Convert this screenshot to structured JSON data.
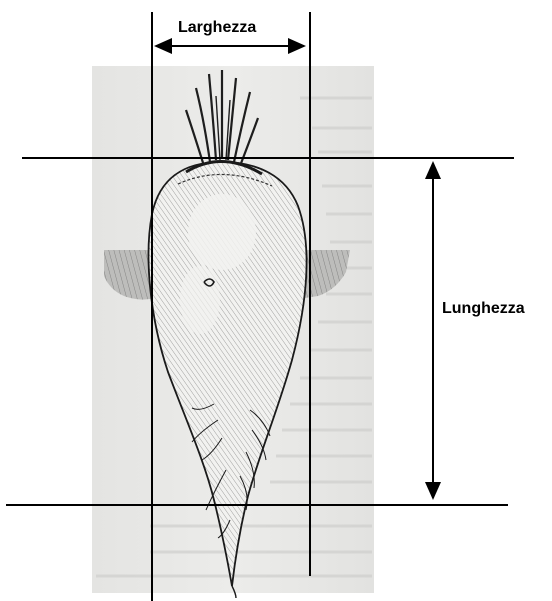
{
  "labels": {
    "width": "Larghezza",
    "length": "Lunghezza"
  },
  "colors": {
    "paper": "#e9e9e7",
    "ink": "#1a1a1a",
    "guide_lines": "#000000"
  },
  "illustration": {
    "subject": "beet-root-engraving"
  }
}
